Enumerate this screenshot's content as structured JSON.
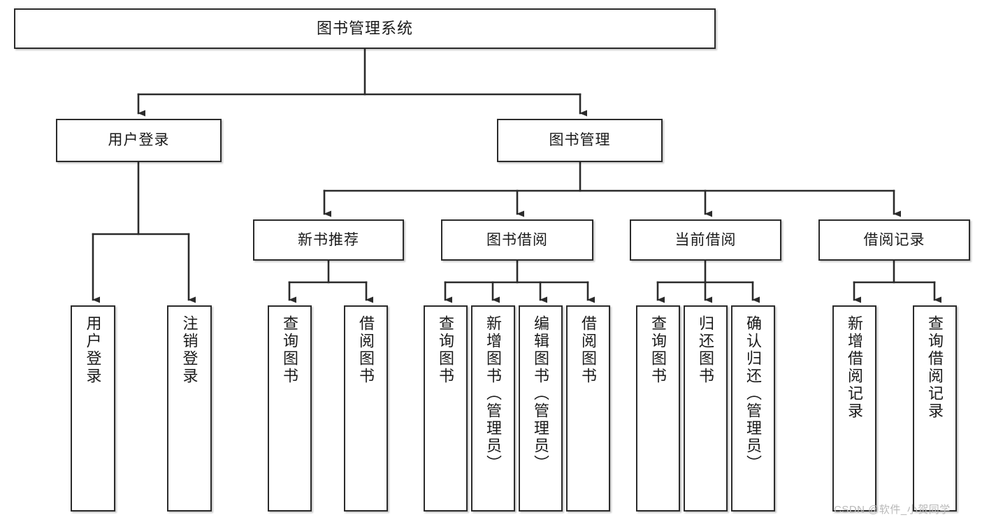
{
  "diagram": {
    "type": "tree",
    "title": "图书管理系统",
    "watermark": "CSDN @软件_小贺同学",
    "colors": {
      "border": "#2b2b2b",
      "background": "#ffffff",
      "text": "#1a1a1a",
      "watermark": "#b9b9b9"
    },
    "nodes": {
      "root": {
        "label": "图书管理系统"
      },
      "level2": [
        {
          "id": "user-login",
          "label": "用户登录"
        },
        {
          "id": "book-manage",
          "label": "图书管理"
        }
      ],
      "level3": [
        {
          "id": "new-book-recommend",
          "label": "新书推荐"
        },
        {
          "id": "book-borrow",
          "label": "图书借阅"
        },
        {
          "id": "current-borrow",
          "label": "当前借阅"
        },
        {
          "id": "borrow-record",
          "label": "借阅记录"
        }
      ],
      "leaves": {
        "user_login": [
          {
            "id": "leaf-user-login",
            "label": "用户登录"
          },
          {
            "id": "leaf-logout",
            "label": "注销登录"
          }
        ],
        "new_book_recommend": [
          {
            "id": "leaf-query-book-1",
            "label": "查询图书"
          },
          {
            "id": "leaf-borrow-book-1",
            "label": "借阅图书"
          }
        ],
        "book_borrow": [
          {
            "id": "leaf-query-book-2",
            "label": "查询图书"
          },
          {
            "id": "leaf-add-book",
            "label": "新增图书（管理员）"
          },
          {
            "id": "leaf-edit-book",
            "label": "编辑图书（管理员）"
          },
          {
            "id": "leaf-borrow-book-2",
            "label": "借阅图书"
          }
        ],
        "current_borrow": [
          {
            "id": "leaf-query-book-3",
            "label": "查询图书"
          },
          {
            "id": "leaf-return-book",
            "label": "归还图书"
          },
          {
            "id": "leaf-confirm-return",
            "label": "确认归还（管理员）"
          }
        ],
        "borrow_record": [
          {
            "id": "leaf-add-record",
            "label": "新增借阅记录"
          },
          {
            "id": "leaf-query-record",
            "label": "查询借阅记录"
          }
        ]
      }
    }
  }
}
